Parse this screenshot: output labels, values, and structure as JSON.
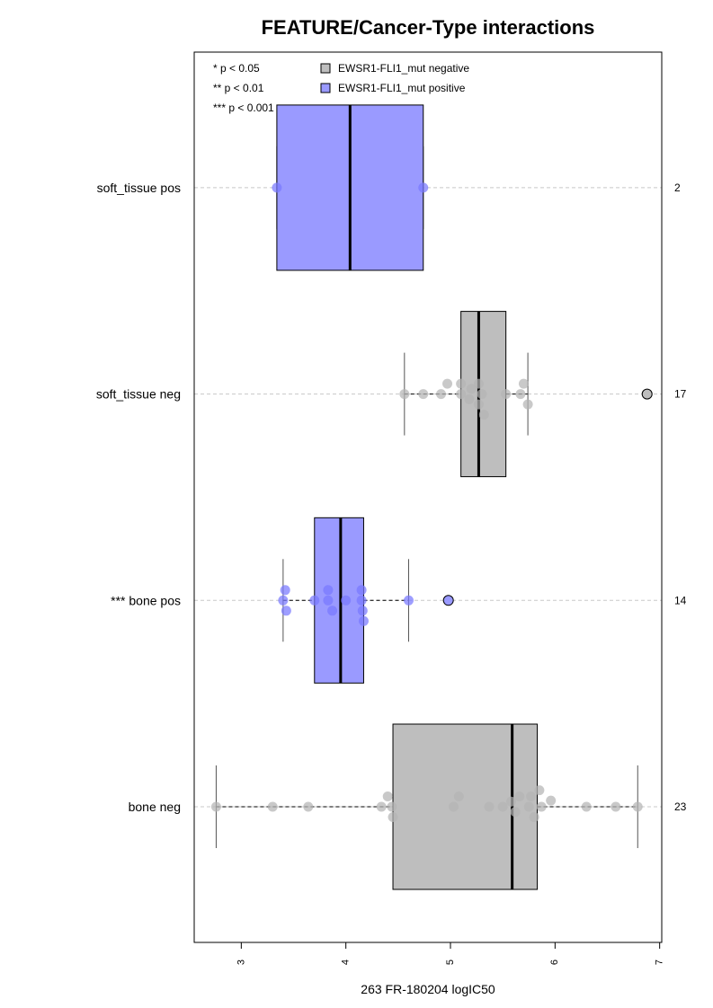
{
  "chart_data": {
    "type": "boxplot",
    "orientation": "horizontal",
    "title": "FEATURE/Cancer-Type interactions",
    "xlabel": "263 FR-180204 logIC50",
    "xlim": [
      2.55,
      7.02
    ],
    "x_ticks": [
      3,
      4,
      5,
      6,
      7
    ],
    "legend": {
      "placement": "top-left",
      "significance": [
        "* p < 0.05",
        "** p < 0.01",
        "*** p < 0.001"
      ],
      "series": [
        {
          "name": "EWSR1-FLI1_mut negative",
          "color": "#bebebe"
        },
        {
          "name": "EWSR1-FLI1_mut positive",
          "color": "#9a9aff"
        }
      ]
    },
    "groups": [
      {
        "label": "bone neg",
        "n": "23",
        "color": "#bebebe",
        "dot_color": "#b4b4b4",
        "whisker_low": 2.76,
        "q1": 4.45,
        "median": 5.59,
        "q3": 5.83,
        "whisker_high": 6.79,
        "outliers": [],
        "points": [
          {
            "x": 2.76,
            "j": 0
          },
          {
            "x": 3.3,
            "j": 0
          },
          {
            "x": 3.64,
            "j": 0
          },
          {
            "x": 4.34,
            "j": 0
          },
          {
            "x": 4.4,
            "j": 1
          },
          {
            "x": 4.44,
            "j": 0
          },
          {
            "x": 4.45,
            "j": -1
          },
          {
            "x": 5.03,
            "j": 0
          },
          {
            "x": 5.08,
            "j": 1
          },
          {
            "x": 5.37,
            "j": 0
          },
          {
            "x": 5.5,
            "j": 0
          },
          {
            "x": 5.58,
            "j": 0.5
          },
          {
            "x": 5.62,
            "j": -0.5
          },
          {
            "x": 5.66,
            "j": 1
          },
          {
            "x": 5.75,
            "j": 0
          },
          {
            "x": 5.77,
            "j": 1
          },
          {
            "x": 5.8,
            "j": -1
          },
          {
            "x": 5.85,
            "j": 1.6
          },
          {
            "x": 5.87,
            "j": 0
          },
          {
            "x": 5.96,
            "j": 0.6
          },
          {
            "x": 6.3,
            "j": 0
          },
          {
            "x": 6.58,
            "j": 0
          },
          {
            "x": 6.79,
            "j": 0
          }
        ]
      },
      {
        "label": "*** bone pos",
        "n": "14",
        "color": "#9a9aff",
        "dot_color": "#7878ff",
        "whisker_low": 3.4,
        "q1": 3.7,
        "median": 3.95,
        "q3": 4.17,
        "whisker_high": 4.6,
        "outliers": [
          4.98
        ],
        "points": [
          {
            "x": 3.4,
            "j": 0
          },
          {
            "x": 3.42,
            "j": 1
          },
          {
            "x": 3.43,
            "j": -1
          },
          {
            "x": 3.7,
            "j": 0
          },
          {
            "x": 3.83,
            "j": 1
          },
          {
            "x": 3.83,
            "j": 0
          },
          {
            "x": 3.87,
            "j": -1
          },
          {
            "x": 4.0,
            "j": 0
          },
          {
            "x": 4.15,
            "j": 1
          },
          {
            "x": 4.15,
            "j": 0
          },
          {
            "x": 4.16,
            "j": -1
          },
          {
            "x": 4.17,
            "j": -2
          },
          {
            "x": 4.6,
            "j": 0
          },
          {
            "x": 4.98,
            "j": 0
          }
        ]
      },
      {
        "label": "soft_tissue neg",
        "n": "17",
        "color": "#bebebe",
        "dot_color": "#b4b4b4",
        "whisker_low": 4.56,
        "q1": 5.1,
        "median": 5.27,
        "q3": 5.53,
        "whisker_high": 5.74,
        "outliers": [
          6.88
        ],
        "points": [
          {
            "x": 4.56,
            "j": 0
          },
          {
            "x": 4.74,
            "j": 0
          },
          {
            "x": 4.91,
            "j": 0
          },
          {
            "x": 4.97,
            "j": 1
          },
          {
            "x": 5.1,
            "j": 1
          },
          {
            "x": 5.1,
            "j": 0
          },
          {
            "x": 5.18,
            "j": -0.5
          },
          {
            "x": 5.2,
            "j": 0.5
          },
          {
            "x": 5.27,
            "j": 1
          },
          {
            "x": 5.27,
            "j": -1
          },
          {
            "x": 5.3,
            "j": 0
          },
          {
            "x": 5.32,
            "j": -2
          },
          {
            "x": 5.53,
            "j": 0
          },
          {
            "x": 5.67,
            "j": 0
          },
          {
            "x": 5.7,
            "j": 1
          },
          {
            "x": 5.74,
            "j": -1
          },
          {
            "x": 6.88,
            "j": 0
          }
        ]
      },
      {
        "label": "soft_tissue pos",
        "n": "2",
        "color": "#9a9aff",
        "dot_color": "#7878ff",
        "whisker_low": 3.34,
        "q1": 3.34,
        "median": 4.04,
        "q3": 4.74,
        "whisker_high": 4.74,
        "outliers": [],
        "points": [
          {
            "x": 3.34,
            "j": 0
          },
          {
            "x": 4.74,
            "j": 0
          }
        ]
      }
    ]
  }
}
